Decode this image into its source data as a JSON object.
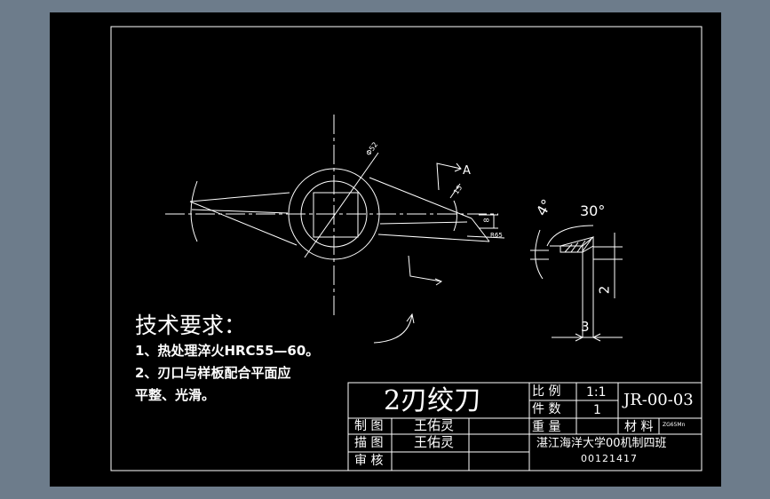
{
  "drawing": {
    "colors": {
      "background": "#000000",
      "lines": "#ffffff",
      "window_frame": "#6d7c8b"
    },
    "technical_requirements": {
      "heading": "技术要求：",
      "items": [
        "1、热处理淬火HRC55—60。",
        "2、刃口与样板配合平面应",
        "平整、光滑。"
      ]
    },
    "dimensions": {
      "main_view": {
        "diameter": "Φ52",
        "angle": "15",
        "thickness": "8",
        "radius": "R65",
        "section_label": "A"
      },
      "section_view": {
        "angle_4": "4°",
        "angle_30": "30°",
        "height": "2",
        "width": "3"
      }
    },
    "title_block": {
      "part_name": "2刃绞刀",
      "scale_label": "比 例",
      "scale_value": "1:1",
      "quantity_label": "件 数",
      "quantity_value": "1",
      "drawing_number": "JR-00-03",
      "weight_label": "重 量",
      "material_label": "材 料",
      "material_value": "ZG65Mn",
      "drawn_label": "制 图",
      "drawn_by": "王佑灵",
      "traced_label": "描 图",
      "traced_by": "王佑灵",
      "checked_label": "审 核",
      "school": "湛江海洋大学00机制四班",
      "student_id": "00121417"
    }
  }
}
